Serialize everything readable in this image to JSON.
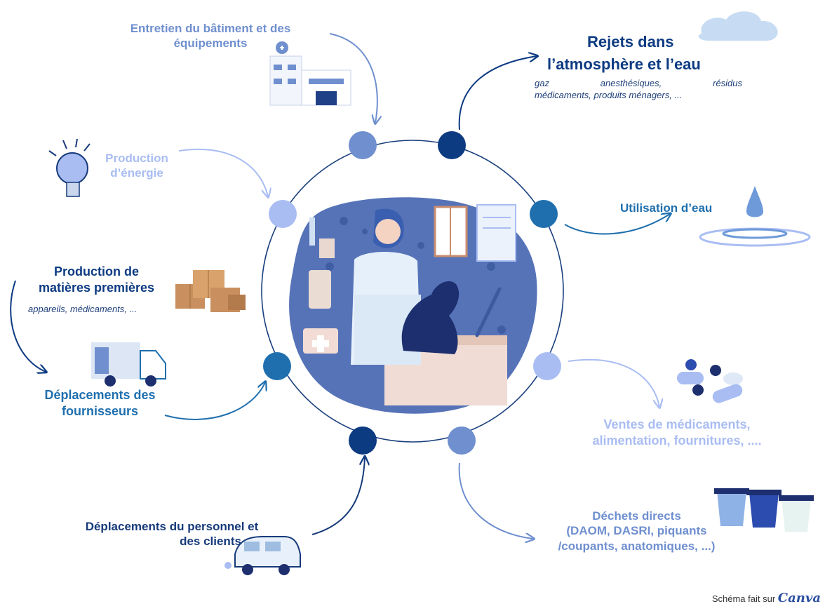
{
  "nodes": [
    {
      "title": "Entretien du bâtiment et des équipements",
      "color": "#6f8fcf"
    },
    {
      "title": "Production d’énergie",
      "color": "#a9bdf3"
    },
    {
      "title": "Production de matières premières",
      "subtitle": "appareils, médicaments, ...",
      "color": "#0d3b82"
    },
    {
      "title": "Déplacements des fournisseurs",
      "color": "#1f6fae"
    },
    {
      "title": "Déplacements du personnel et des clients",
      "color": "#163a7a"
    },
    {
      "title": "Déchets directs (DAOM, DASRI, piquants /coupants, anatomiques, ...)",
      "color": "#6f8fcf"
    },
    {
      "title": "Ventes de médicaments, alimentation, fournitures, ....",
      "color": "#a9bdf3"
    },
    {
      "title": "Utilisation d’eau",
      "color": "#1f6fae"
    },
    {
      "title": "Rejets dans l’atmosphère et l’eau",
      "subtitle": "gaz anesthésiques, résidus médicaments, produits ménagers, ...",
      "color": "#0d3b82"
    }
  ],
  "labels": {
    "entretien_l1": "Entretien du bâtiment et des",
    "entretien_l2": "équipements",
    "energie_l1": "Production",
    "energie_l2": "d’énergie",
    "matieres_l1": "Production de",
    "matieres_l2": "matières premières",
    "matieres_sub": "appareils, médicaments, ...",
    "fournisseurs_l1": "Déplacements des",
    "fournisseurs_l2": "fournisseurs",
    "personnel_l1": "Déplacements du personnel et",
    "personnel_l2": "des clients",
    "dechets_l1": "Déchets directs",
    "dechets_l2": "(DAOM, DASRI, piquants",
    "dechets_l3": "/coupants, anatomiques, ...)",
    "ventes_l1": "Ventes de médicaments,",
    "ventes_l2": "alimentation, fournitures, ....",
    "eau": "Utilisation d’eau",
    "rejets_l1": "Rejets dans",
    "rejets_l2": "l’atmosphère et l’eau",
    "rejets_sub_w1": "gaz",
    "rejets_sub_w2": "anesthésiques,",
    "rejets_sub_w3": "résidus",
    "rejets_sub_l2": "médicaments, produits ménagers, ..."
  },
  "credit": {
    "text": "Schéma fait sur",
    "brand": "Canva"
  }
}
